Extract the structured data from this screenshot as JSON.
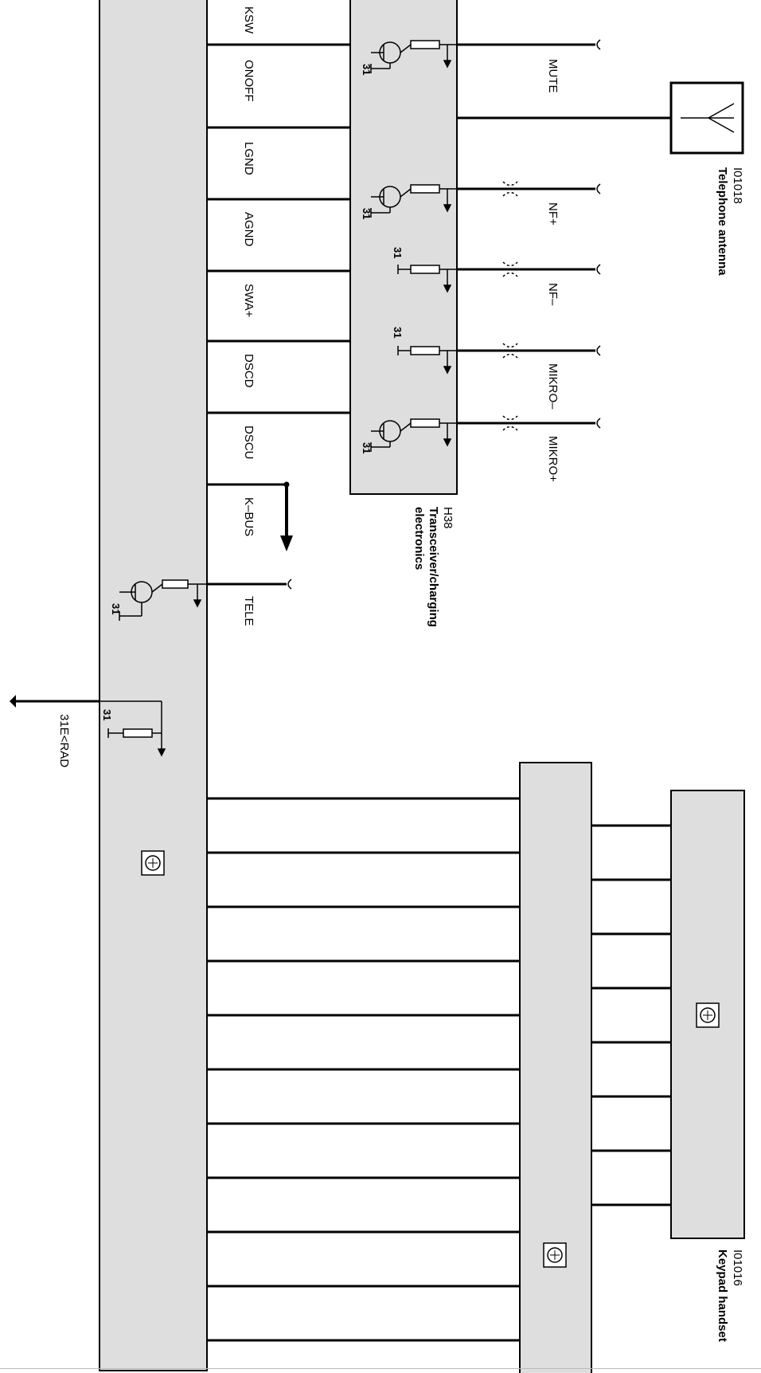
{
  "pins": [
    {
      "name": "pin-kswsw",
      "label": "KSW"
    },
    {
      "name": "pin-onoff",
      "label": "ONOFF"
    },
    {
      "name": "pin-lgnd",
      "label": "LGND"
    },
    {
      "name": "pin-agnd",
      "label": "AGND"
    },
    {
      "name": "pin-swa",
      "label": "SWA+"
    },
    {
      "name": "pin-dscd",
      "label": "DSCD"
    },
    {
      "name": "pin-dscu",
      "label": "DSCU"
    },
    {
      "name": "pin-kbus",
      "label": "K–BUS"
    },
    {
      "name": "pin-tele",
      "label": "TELE"
    }
  ],
  "signals": {
    "mute": "MUTE",
    "nf_plus": "NF+",
    "nf_minus": "NF–",
    "mikro_minus": "MIKRO–",
    "mikro_plus": "MIKRO+"
  },
  "ground_label": "31",
  "ground_ref": "31E<RAD",
  "components": {
    "antenna": {
      "id": "I01018",
      "name": "Telephone antenna"
    },
    "transceiver": {
      "id": "H38",
      "name_line1": "Transceiver/charging",
      "name_line2": "electronics"
    },
    "keypad": {
      "id": "I01016",
      "name": "Keypad handset"
    }
  },
  "colors": {
    "block_fill": "#dedede",
    "line": "#000000"
  }
}
